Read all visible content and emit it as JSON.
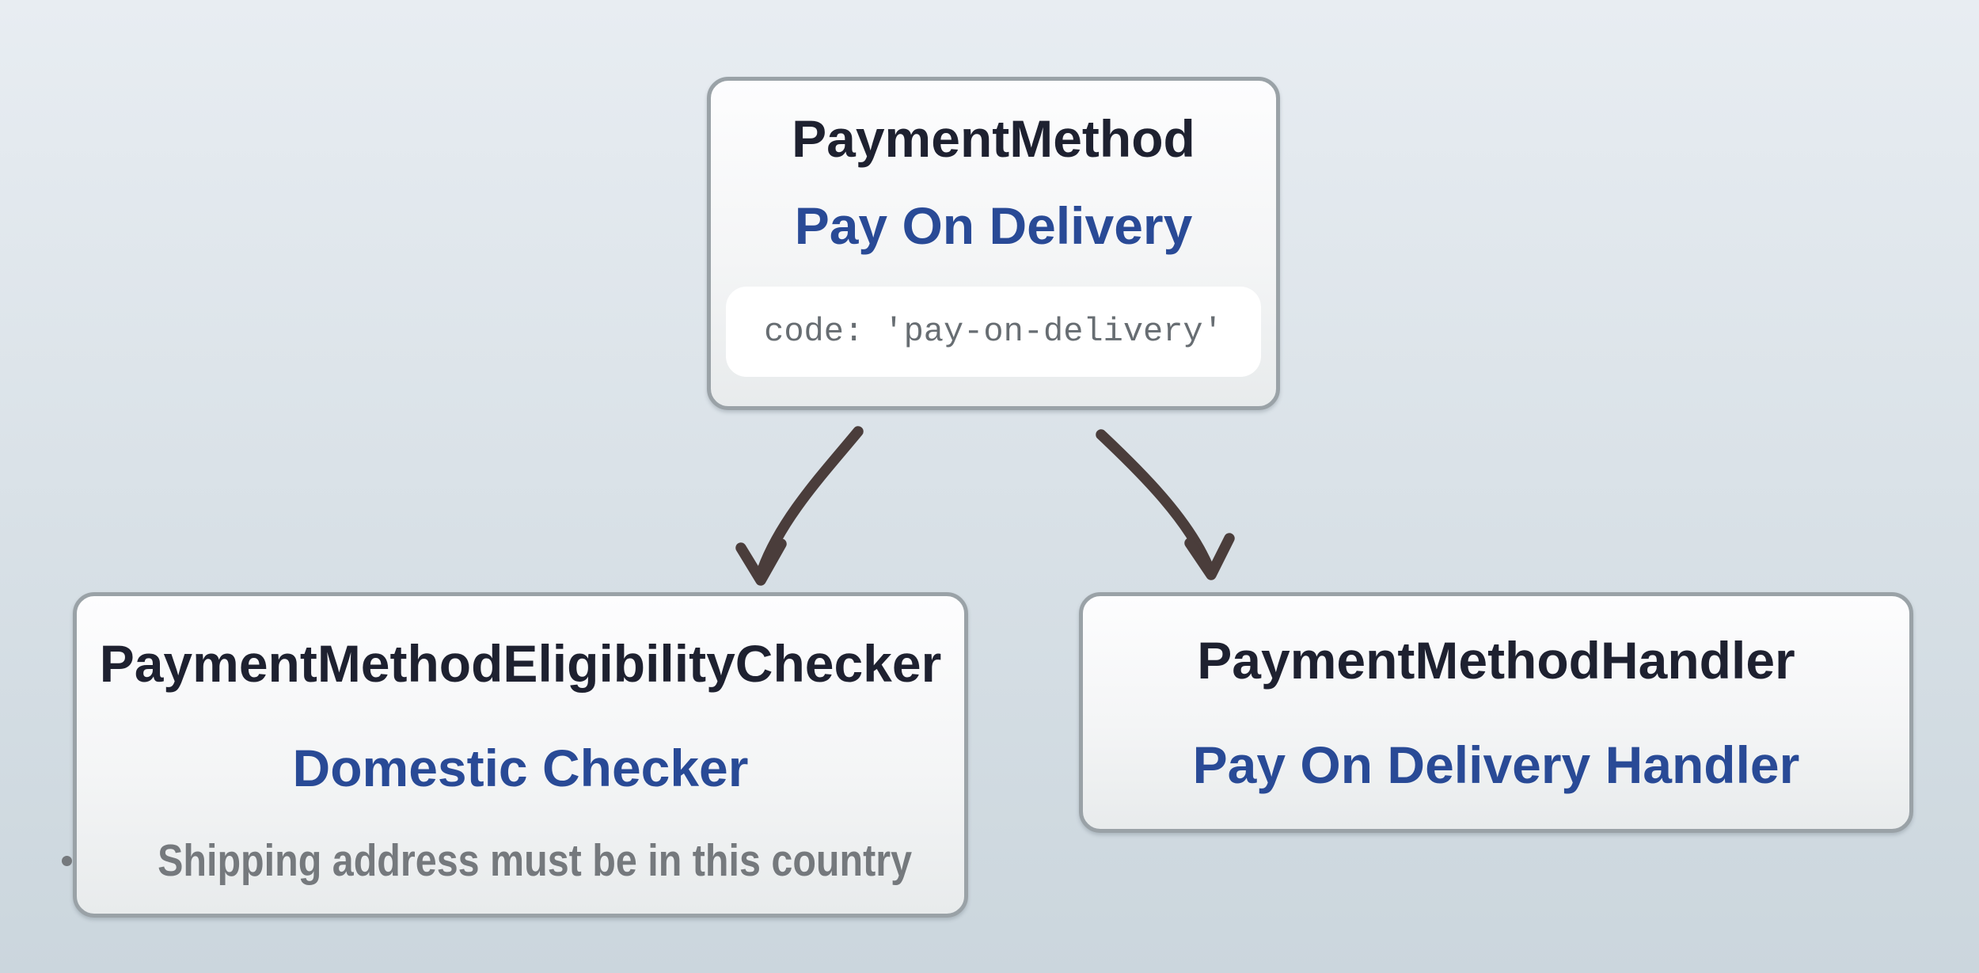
{
  "colors": {
    "background_top": "#e8edf2",
    "background_bottom": "#cbd6dd",
    "box_border": "#9aa2a7",
    "box_fill_top": "#fdfdfe",
    "box_fill_bottom": "#e8ebec",
    "title_text": "#1e2130",
    "accent_blue": "#294a96",
    "code_bg": "#ffffff",
    "code_text": "#676d72",
    "bullet_text": "#75797d",
    "arrow": "#4a3d3b"
  },
  "diagram": {
    "payment_method": {
      "title": "PaymentMethod",
      "subtitle": "Pay On Delivery",
      "code": "code: 'pay-on-delivery'"
    },
    "eligibility_checker": {
      "title": "PaymentMethodEligibilityChecker",
      "subtitle": "Domestic Checker",
      "bullet": "Shipping address must be in this country"
    },
    "handler": {
      "title": "PaymentMethodHandler",
      "subtitle": "Pay On Delivery Handler"
    }
  }
}
